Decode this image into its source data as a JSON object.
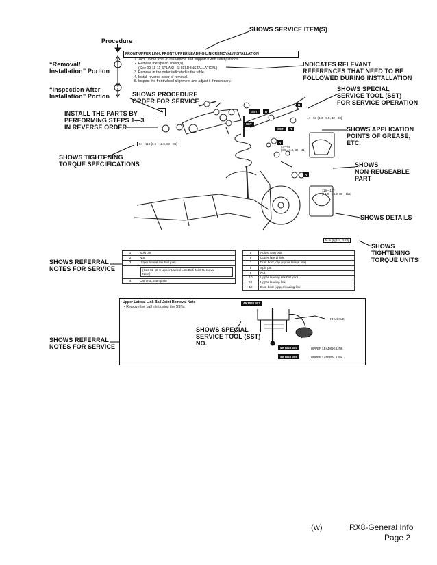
{
  "callouts": {
    "shows_service_items": "SHOWS SERVICE ITEM(S)",
    "procedure": "Procedure",
    "removal_installation_portion": "“Removal/\nInstallation” Portion",
    "inspection_after_installation": "“Inspection After\nInstallation” Portion",
    "indicates_relevant": "INDICATES RELEVANT\nREFERENCES THAT NEED TO BE\nFOLLOWED DURING INSTALLATION",
    "shows_special_service_tool": "SHOWS SPECIAL\nSERVICE TOOL (SST)\nFOR SERVICE OPERATION",
    "shows_procedure_order": "SHOWS PROCEDURE\nORDER FOR SERVICE",
    "install_parts": "INSTALL THE PARTS BY\nPERFORMING STEPS 1—3\nIN REVERSE ORDER",
    "shows_application_points": "SHOWS APPLICATION\nPOINTS OF GREASE,\nETC.",
    "shows_tightening_torque_specs": "SHOWS TIGHTENING\nTORQUE SPECIFICATIONS",
    "shows_non_reuseable": "SHOWS\nNON-REUSEABLE\nPART",
    "shows_details": "SHOWS DETAILS",
    "shows_tightening_torque_units": "SHOWS\nTIGHTENING\nTORQUE UNITS",
    "shows_referral_notes_1": "SHOWS REFERRAL\nNOTES FOR SERVICE",
    "shows_referral_notes_2": "SHOWS REFERRAL\nNOTES FOR SERVICE",
    "shows_special_service_tool_no": "SHOWS SPECIAL\nSERVICE TOOL (SST)\nNO."
  },
  "procedure_box": {
    "title": "FRONT UPPER LINK, FRONT UPPER LEADING LINK REMOVAL/INSTALLATION",
    "steps": [
      "1. Jack up the front of the vehicle and support it with safety stands.",
      "2. Remove the splash shield(s).",
      "(See 09-11-11 SPLASH SHIELD INSTALLATION.)",
      "3. Remove in the order indicated in the table.",
      "4. Install reverse order of removal.",
      "5. Inspect the front wheel alignment and adjust it if necessary."
    ]
  },
  "diagram_labels": {
    "torque_spec_left": "94—118 {9.6—11.0, 69—86}",
    "torque_spec_top": "44—53 {4.4—5.5, 32—39}",
    "torque_spec_mid": "44—66\n{4.5—6.8, 32—41}",
    "torque_spec_right": "118—157\n{12.0—16.0, 86—115}",
    "torque_units": "N·m {kgf·m, ft·lbf}",
    "step_marker": "4",
    "sst_label": "SST",
    "r_label": "R"
  },
  "ref_table": {
    "left": [
      {
        "n": "1",
        "t": "Split pin"
      },
      {
        "n": "2",
        "t": "Nut"
      },
      {
        "n": "3",
        "t": "Upper lateral link ball joint"
      },
      {
        "n": "",
        "t": "(See 02-13-6 Upper Lateral Link Ball Joint Removal"
      },
      {
        "n": "",
        "t": "Note)"
      },
      {
        "n": "4",
        "t": "Cam nut, cam plate"
      }
    ],
    "right": [
      {
        "n": "5",
        "t": "Adjust cam bolt"
      },
      {
        "n": "6",
        "t": "Upper lateral link"
      },
      {
        "n": "7",
        "t": "Dust boot, clip (upper lateral link)"
      },
      {
        "n": "8",
        "t": "Split pin"
      },
      {
        "n": "9",
        "t": "Nut"
      },
      {
        "n": "10",
        "t": "Upper leading link ball joint"
      },
      {
        "n": "11",
        "t": "Upper leading link"
      },
      {
        "n": "12",
        "t": "Dust boot (upper leading link)"
      }
    ]
  },
  "note_box": {
    "title": "Upper Lateral Link Ball Joint Removal Note",
    "bullet": "• Remove the ball joint using the SSTs.",
    "sst_top": "49 T028 303",
    "sst_mid": "49 T028 304",
    "sst_bottom": "49 T028 305",
    "knuckle": "KNUCKLE",
    "upper_leading_link": "UPPER LEADING LINK",
    "upper_lateral_link": "UPPER LATERAL LINK"
  },
  "footer": {
    "left": "(w)",
    "title": "RX8-General Info",
    "page": "Page 2"
  }
}
